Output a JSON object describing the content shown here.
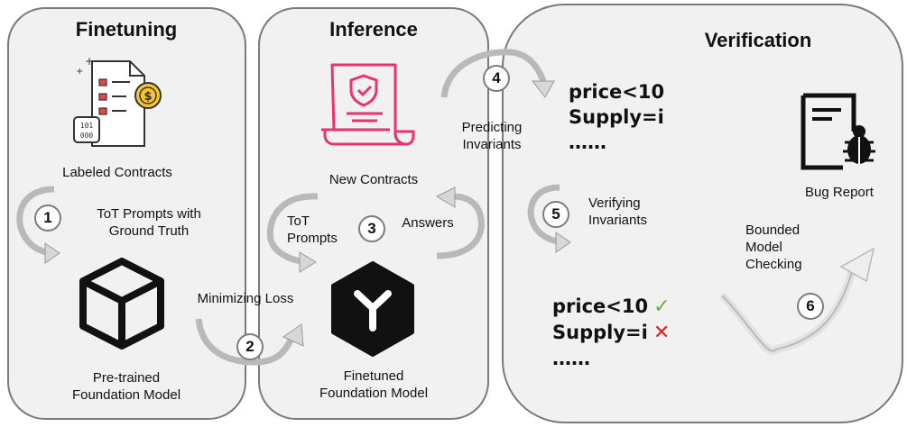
{
  "finetuning": {
    "title": "Finetuning",
    "labeled_contracts": "Labeled Contracts",
    "tot_prompts_line1": "ToT Prompts with",
    "tot_prompts_line2": "Ground Truth",
    "model_line1": "Pre-trained",
    "model_line2": "Foundation Model",
    "minimizing_loss": "Minimizing Loss"
  },
  "inference": {
    "title": "Inference",
    "new_contracts": "New Contracts",
    "tot_line1": "ToT",
    "tot_line2": "Prompts",
    "answers": "Answers",
    "model_line1": "Finetuned",
    "model_line2": "Foundation Model",
    "predicting_line1": "Predicting",
    "predicting_line2": "Invariants"
  },
  "verification": {
    "title": "Verification",
    "invariant_1": "price<10",
    "invariant_2": "Supply=i",
    "ellipsis": "……",
    "verifying_line1": "Verifying",
    "verifying_line2": "Invariants",
    "bug_report": "Bug Report",
    "bmc_line1": "Bounded",
    "bmc_line2": "Model",
    "bmc_line3": "Checking",
    "checked_1": "price<10",
    "checked_2": "Supply=i",
    "checked_ellipsis": "……",
    "check_mark": "✓",
    "cross_mark": "✕"
  },
  "steps": [
    "1",
    "2",
    "3",
    "4",
    "5",
    "6"
  ],
  "colors": {
    "panel_fill": "#f1f1f1",
    "panel_border": "#7a7a7a",
    "contract_icon_pink": "#e8336b",
    "coin_yellow": "#f6c531",
    "list_red": "#e84545",
    "check_green": "#5fb636",
    "cross_red": "#e02020"
  }
}
